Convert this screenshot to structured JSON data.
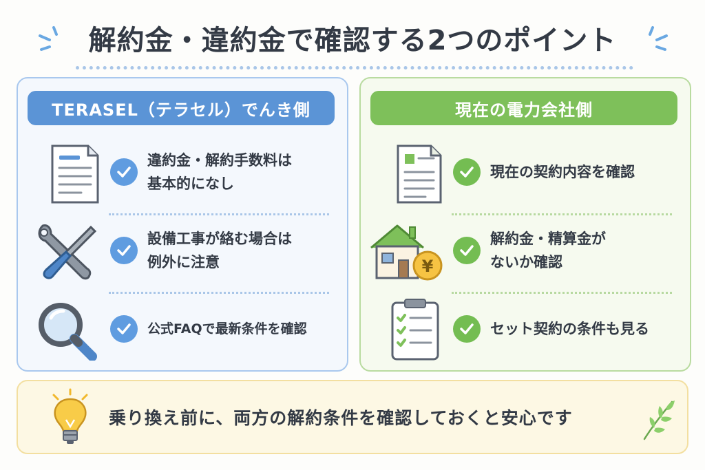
{
  "title": "解約金・違約金で確認する2つのポイント",
  "left_panel": {
    "header": "TERASEL（テラセル）でんき側",
    "items": [
      {
        "icon": "document-icon",
        "lines": [
          "違約金・解約手数料は",
          "基本的になし"
        ]
      },
      {
        "icon": "tools-icon",
        "lines": [
          "設備工事が絡む場合は",
          "例外に注意"
        ]
      },
      {
        "icon": "magnifier-icon",
        "lines": [
          "公式FAQで最新条件を確認"
        ]
      }
    ]
  },
  "right_panel": {
    "header": "現在の電力会社側",
    "items": [
      {
        "icon": "document-icon",
        "lines": [
          "現在の契約内容を確認"
        ]
      },
      {
        "icon": "house-yen-icon",
        "yen_symbol": "¥",
        "lines": [
          "解約金・精算金が",
          "ないか確認"
        ]
      },
      {
        "icon": "clipboard-icon",
        "lines": [
          "セット契約の条件も見る"
        ]
      }
    ]
  },
  "bottom_message": "乗り換え前に、両方の解約条件を確認しておくと安心です",
  "colors": {
    "blue_accent": "#5b94d6",
    "green_accent": "#7ec05a",
    "yellow_background": "#fdf8e4",
    "text": "#333a45"
  }
}
